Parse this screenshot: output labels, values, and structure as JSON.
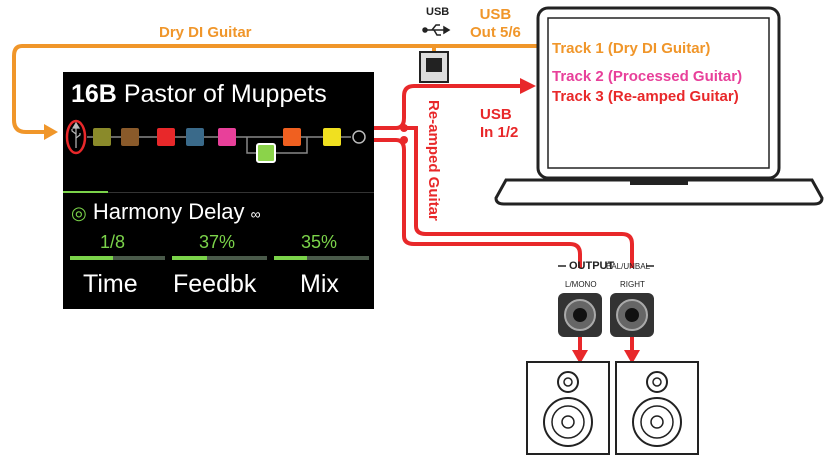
{
  "labels": {
    "dry_di": "Dry DI Guitar",
    "usb_port": "USB",
    "usb_out": "USB\nOut 5/6",
    "usb_in": "USB\nIn 1/2",
    "reamped": "Re-amped Guitar",
    "output": "OUTPUT",
    "bal_unbal": "BAL/UNBAL",
    "l_mono": "L/MONO",
    "right": "RIGHT"
  },
  "laptop": {
    "tracks": [
      {
        "label": "Track 1 (Dry DI Guitar)",
        "color": "#f0962a"
      },
      {
        "label": "Track 2 (Processed Guitar)",
        "color": "#e8409a"
      },
      {
        "label": "Track 3 (Re-amped Guitar)",
        "color": "#e8282a"
      }
    ]
  },
  "screen": {
    "preset_number": "16B",
    "preset_name": "Pastor of Muppets",
    "block_name": "Harmony Delay",
    "params": [
      {
        "value": "1/8",
        "label": "Time",
        "level": 0.45
      },
      {
        "value": "37%",
        "label": "Feedbk",
        "level": 0.37
      },
      {
        "value": "35%",
        "label": "Mix",
        "level": 0.35
      }
    ],
    "blocks": [
      {
        "color": "#8a8a2a"
      },
      {
        "color": "#8a5a2a"
      },
      {
        "color": "#e8282a"
      },
      {
        "color": "#3a6a8a"
      },
      {
        "color": "#e8409a"
      },
      {
        "color": "#f06020"
      },
      {
        "color": "#f0e020"
      },
      {
        "color": "#8bd34a"
      }
    ]
  },
  "colors": {
    "orange": "#f0962a",
    "red": "#e8282a",
    "green": "#7bd34a"
  }
}
